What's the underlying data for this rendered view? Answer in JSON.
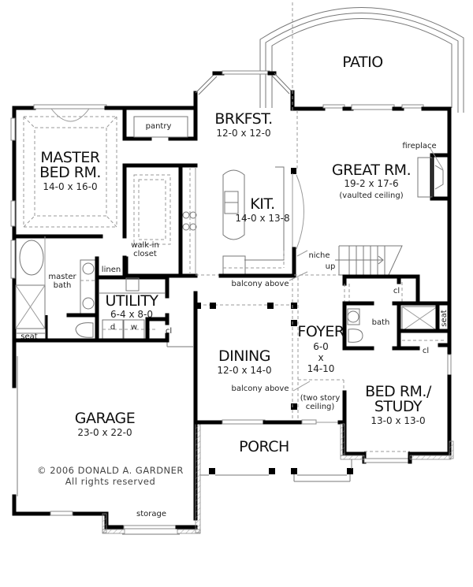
{
  "plan": {
    "rooms": {
      "patio": {
        "name": "PATIO"
      },
      "brkfst": {
        "name": "BRKFST.",
        "dims": "12-0  x  12-0"
      },
      "master_bed": {
        "name_line1": "MASTER",
        "name_line2": "BED  RM.",
        "dims": "14-0  x  16-0"
      },
      "great_rm": {
        "name": "GREAT  RM.",
        "dims": "19-2  x  17-6",
        "note": "(vaulted  ceiling)"
      },
      "kitchen": {
        "name": "KIT.",
        "dims": "14-0  x  13-8"
      },
      "utility": {
        "name": "UTILITY",
        "dims": "6-4  x  8-0"
      },
      "foyer": {
        "name": "FOYER",
        "dims_line1": "6-0",
        "dims_line2": "x",
        "dims_line3": "14-10",
        "note_line1": "(two  story",
        "note_line2": "ceiling)"
      },
      "dining": {
        "name": "DINING",
        "dims": "12-0  x  14-0"
      },
      "bed_study": {
        "name_line1": "BED  RM./",
        "name_line2": "STUDY",
        "dims": "13-0  x  13-0"
      },
      "garage": {
        "name": "GARAGE",
        "dims": "23-0  x  22-0"
      },
      "porch": {
        "name": "PORCH"
      }
    },
    "labels": {
      "pantry": "pantry",
      "fireplace": "fireplace",
      "walk_in_line1": "walk-in",
      "walk_in_line2": "closet",
      "linen": "linen",
      "master_bath_line1": "master",
      "master_bath_line2": "bath",
      "niche": "niche",
      "up": "up",
      "balcony_above_1": "balcony  above",
      "balcony_above_2": "balcony  above",
      "seat_left": "seat",
      "seat_right": "seat",
      "cl_utility": "cl",
      "cl_stair": "cl",
      "cl_bed": "cl",
      "bath": "bath",
      "dryer": "d",
      "washer": "w",
      "storage": "storage"
    },
    "copyright": {
      "line1": "© 2006  DONALD  A.  GARDNER",
      "line2": "All  rights  reserved"
    }
  }
}
